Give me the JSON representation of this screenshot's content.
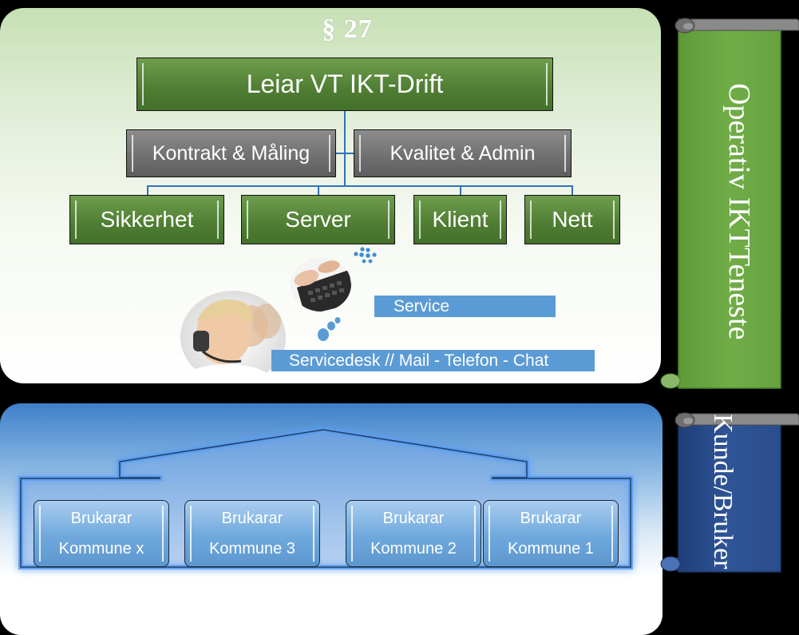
{
  "section_mark": "§ 27",
  "org": {
    "leiar": "Leiar VT IKT-Drift",
    "level2": [
      "Kontrakt & Måling",
      "Kvalitet & Admin"
    ],
    "level3": [
      "Sikkerhet",
      "Server",
      "Klient",
      "Nett"
    ]
  },
  "service": {
    "service_label": "Service",
    "servicedesk_label": "Servicedesk // Mail - Telefon - Chat"
  },
  "banners": {
    "operative_line1": "Operativ IKT",
    "operative_line2": "Teneste",
    "customer_line1": "Kunde/",
    "customer_line2": "Bruker"
  },
  "users": [
    {
      "line1": "Brukarar",
      "line2": "Kommune x"
    },
    {
      "line1": "Brukarar",
      "line2": "Kommune 3"
    },
    {
      "line1": "Brukarar",
      "line2": "Kommune 2"
    },
    {
      "line1": "Brukarar",
      "line2": "Kommune 1"
    }
  ],
  "colors": {
    "green_box": "#4f7d33",
    "grey_box": "#6f6f6f",
    "banner_green": "#70ad47",
    "banner_blue": "#2f5597",
    "pill_blue": "#5b9bd5"
  }
}
